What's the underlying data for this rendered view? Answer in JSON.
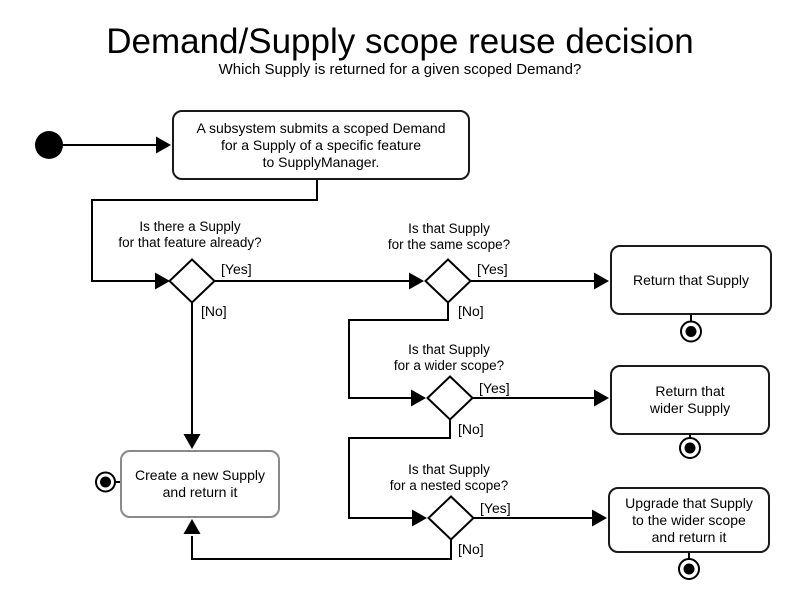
{
  "title": "Demand/Supply scope reuse decision",
  "subtitle": "Which Supply is returned for a given scoped Demand?",
  "actions": {
    "submit_demand": "A subsystem submits a scoped Demand\nfor a Supply of a specific feature\nto SupplyManager.",
    "return_supply": "Return that Supply",
    "return_wider_supply": "Return that\nwider Supply",
    "upgrade_supply": "Upgrade that Supply\nto the wider scope\nand return it",
    "create_supply": "Create a new Supply\nand return it"
  },
  "decisions": {
    "supply_exists": "Is there a Supply\nfor that feature already?",
    "same_scope": "Is that Supply\nfor the same scope?",
    "wider_scope": "Is that Supply\nfor a wider scope?",
    "nested_scope": "Is that Supply\nfor a nested scope?"
  },
  "edge_labels": {
    "yes": "[Yes]",
    "no": "[No]"
  },
  "colors": {
    "line": "#000000",
    "node_border": "#1a1a1a",
    "create_node_border": "#8a8a8a",
    "background": "#ffffff",
    "text": "#000000"
  }
}
